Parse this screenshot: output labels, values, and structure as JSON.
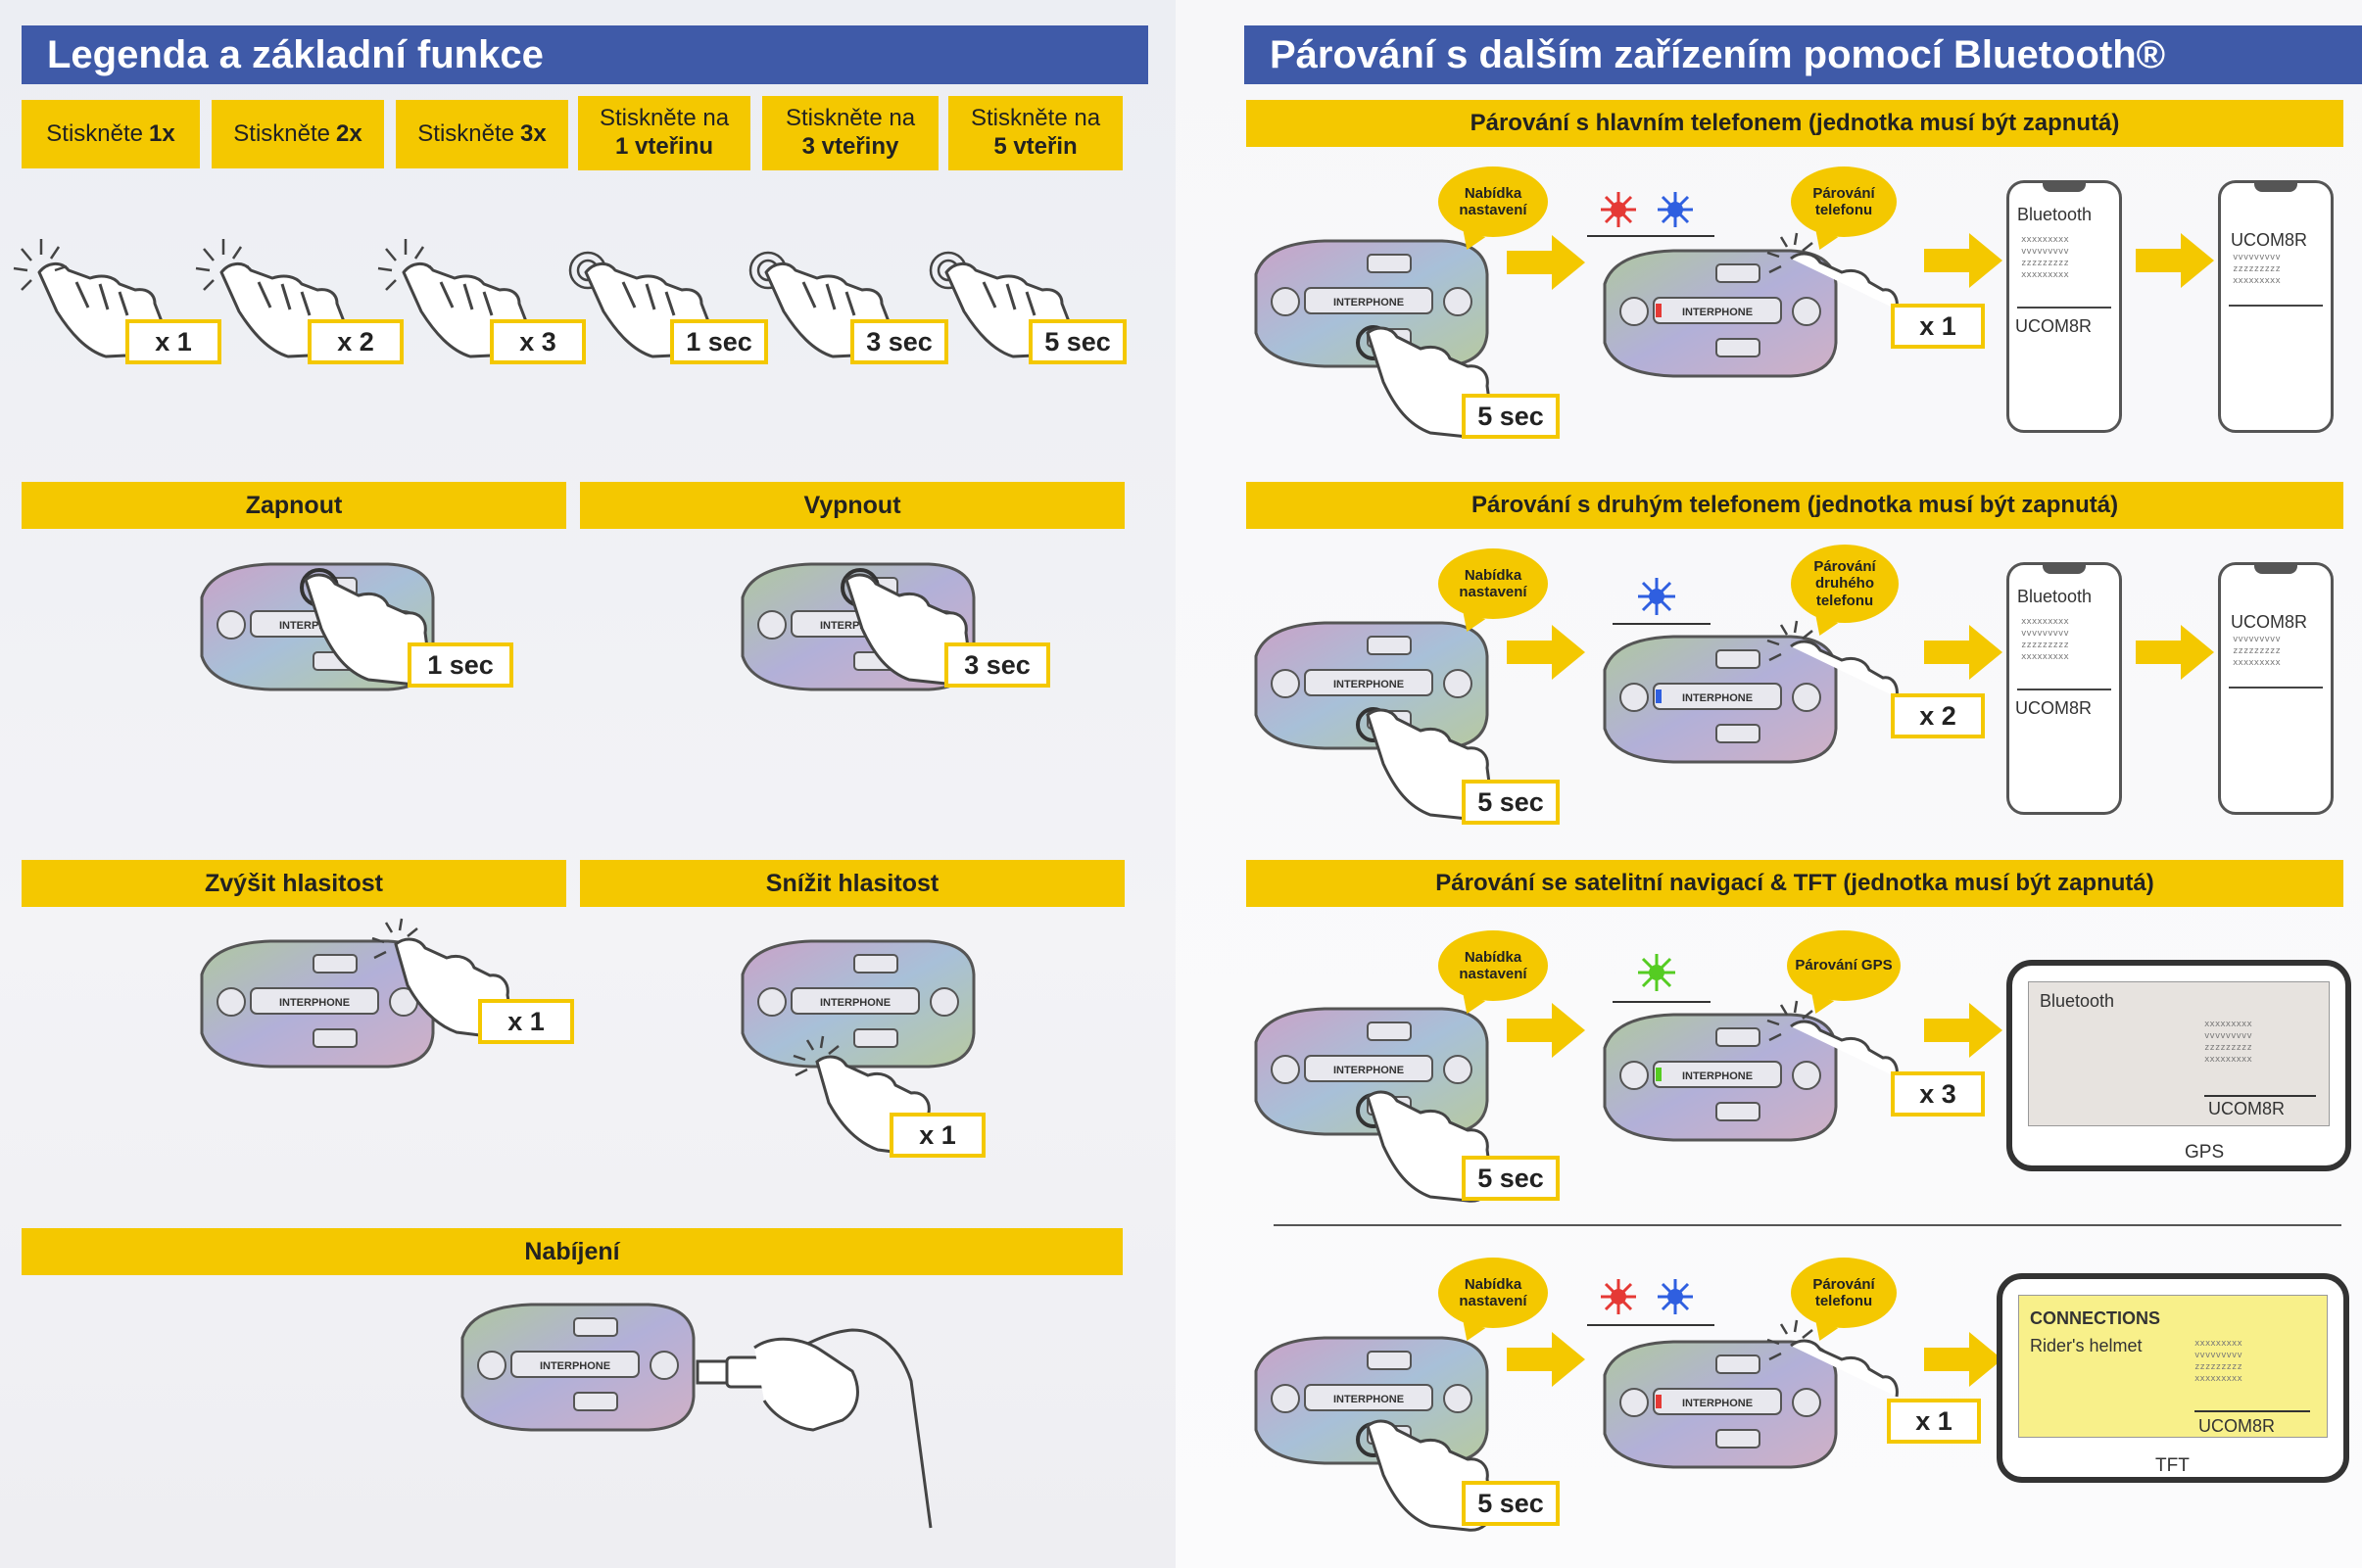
{
  "left": {
    "title": "Legenda a základní funkce",
    "legend": [
      {
        "text": "Stiskněte",
        "bold": "1x",
        "badge": "x 1"
      },
      {
        "text": "Stiskněte",
        "bold": "2x",
        "badge": "x 2"
      },
      {
        "text": "Stiskněte",
        "bold": "3x",
        "badge": "x 3"
      },
      {
        "text": "Stiskněte na",
        "bold": "1 vteřinu",
        "badge": "1 sec"
      },
      {
        "text": "Stiskněte na",
        "bold": "3 vteřiny",
        "badge": "3 sec"
      },
      {
        "text": "Stiskněte na",
        "bold": "5 vteřin",
        "badge": "5 sec"
      }
    ],
    "on": {
      "label": "Zapnout",
      "badge": "1 sec"
    },
    "off": {
      "label": "Vypnout",
      "badge": "3 sec"
    },
    "vol_up": {
      "label": "Zvýšit hlasitost",
      "badge": "x 1"
    },
    "vol_down": {
      "label": "Snížit hlasitost",
      "badge": "x 1"
    },
    "charge": {
      "label": "Nabíjení"
    }
  },
  "right": {
    "title": "Párování s dalším zařízením pomocí Bluetooth®",
    "section1": {
      "label": "Párování s hlavním telefonem (jednotka musí být zapnutá)",
      "bubble_menu": "Nabídka nastavení",
      "bubble_pair": "Párování telefonu",
      "hold": "5 sec",
      "press": "x 1",
      "phone_title": "Bluetooth",
      "device": "UCOM8R"
    },
    "section2": {
      "label": "Párování s druhým telefonem (jednotka musí být zapnutá)",
      "bubble_menu": "Nabídka nastavení",
      "bubble_pair": "Párování druhého telefonu",
      "hold": "5 sec",
      "press": "x 2",
      "phone_title": "Bluetooth",
      "device": "UCOM8R"
    },
    "section3": {
      "label": "Párování se satelitní navigací & TFT (jednotka musí být zapnutá)",
      "bubble_menu": "Nabídka nastavení",
      "bubble_pair": "Párování GPS",
      "hold": "5 sec",
      "press": "x 3",
      "screen_title": "Bluetooth",
      "device": "UCOM8R",
      "caption": "GPS"
    },
    "section4": {
      "bubble_menu": "Nabídka nastavení",
      "bubble_pair": "Párování telefonu",
      "hold": "5 sec",
      "press": "x 1",
      "screen_title": "CONNECTIONS",
      "screen_sub": "Rider's helmet",
      "device": "UCOM8R",
      "caption": "TFT"
    },
    "device_brand": "INTERPHONE"
  },
  "colors": {
    "header_blue": "#3f5aa8",
    "accent_yellow": "#f4c800",
    "led_red": "#e53935",
    "led_blue": "#2f5fe0",
    "led_green": "#55cc22",
    "arrow_yellow": "#f4c800"
  }
}
